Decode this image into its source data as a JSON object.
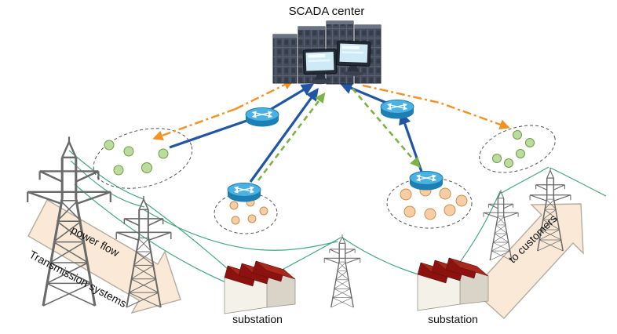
{
  "title": {
    "scada_center": "SCADA center"
  },
  "labels": {
    "substation_left": "substation",
    "substation_right": "substation",
    "power_flow": "power flow",
    "transmission_systems": "Transmission systems",
    "to_customers": "to customers"
  },
  "colors": {
    "arrow_blue": "#2156a5",
    "arrow_green": "#7cb342",
    "arrow_orange": "#f39222",
    "flow_arrow_fill": "#f9e9d6",
    "flow_arrow_border": "#b4ada0",
    "roof_dark": "#8c1210",
    "roof_slant": "#a8281c",
    "wall_front": "#f4f1e9",
    "wall_side": "#d9d4c7",
    "dot_green": "#bcdc9d",
    "dot_green_border": "#6f9c4a",
    "dot_orange": "#f6cda4",
    "dot_orange_border": "#c4914f",
    "router_top": "#4ab1e3",
    "router_body": "#1d7fb4",
    "server_body": "#454d5c",
    "screen_blue": "#cdeaf6",
    "wire_green": "#2f9f72",
    "pylon_gray": "#6a6a6a",
    "cluster_border": "#555555"
  },
  "icons": {
    "server_rack": "server-rack-icon",
    "monitor": "monitor-icon",
    "router": "router-icon",
    "transmission_tower": "transmission-tower-icon",
    "substation_building": "substation-building-icon",
    "sensor_cluster": "sensor-cluster-icon"
  }
}
